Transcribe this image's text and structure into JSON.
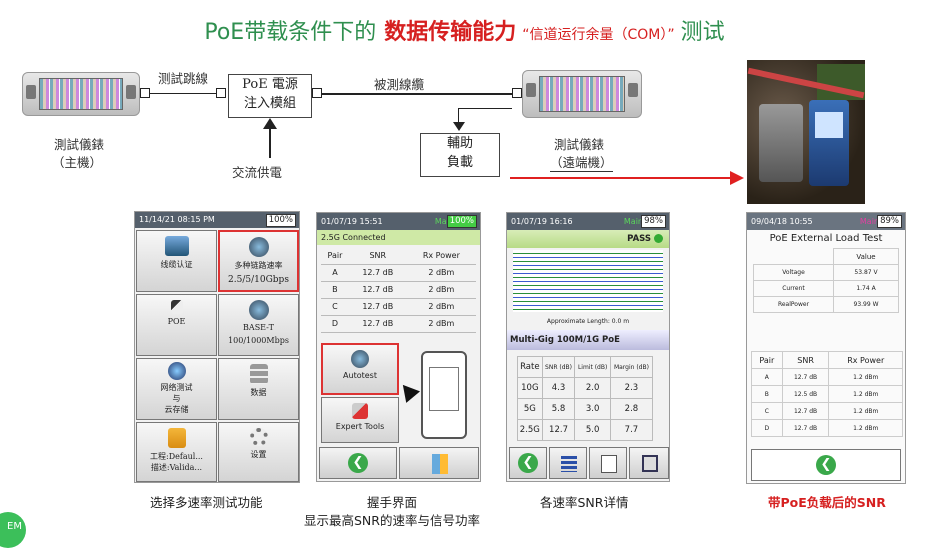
{
  "title": {
    "part1": "PoE带载条件下的",
    "part2": "数据传输能力",
    "part3": "“信道运行余量（COM）”",
    "part4": "测试"
  },
  "diagram": {
    "patch_label": "测試跳線",
    "injector_line1": "PoE 電源",
    "injector_line2": "注入模組",
    "cable_label": "被測線纜",
    "main_unit_line1": "測試儀錶",
    "main_unit_line2": "（主機）",
    "ac_label": "交流供電",
    "load_line1": "輔助",
    "load_line2": "負載",
    "remote_line1": "測試儀錶",
    "remote_line2": "（遠端機）"
  },
  "screen1": {
    "timestamp": "11/14/21 08:15 PM",
    "battery": "100%",
    "tiles": [
      {
        "label": "线缆认证"
      },
      {
        "label": "多种链路速率",
        "sub": "2.5/5/10Gbps"
      },
      {
        "label": "POE"
      },
      {
        "label": "BASE-T",
        "sub": "100/1000Mbps"
      },
      {
        "label": "网络测试",
        "sub": "与",
        "sub2": "云存储"
      },
      {
        "label": "数据"
      },
      {
        "label": "工程:Defaul...",
        "sub": "描述:Valida..."
      },
      {
        "label": "设置"
      }
    ],
    "caption": "选择多速率测试功能"
  },
  "screen2": {
    "timestamp": "01/07/19 15:51",
    "main": "Main",
    "battery": "100%",
    "status": "2.5G Connected",
    "headers": [
      "Pair",
      "SNR",
      "Rx Power"
    ],
    "rows": [
      [
        "A",
        "12.7 dB",
        "2 dBm"
      ],
      [
        "B",
        "12.7 dB",
        "2 dBm"
      ],
      [
        "C",
        "12.7 dB",
        "2 dBm"
      ],
      [
        "D",
        "12.7 dB",
        "2 dBm"
      ]
    ],
    "autotest": "Autotest",
    "expert": "Expert Tools",
    "caption1": "握手界面",
    "caption2": "显示最高SNR的速率与信号功率"
  },
  "screen3": {
    "timestamp": "01/07/19 16:16",
    "main": "Main",
    "battery": "98%",
    "pass": "PASS",
    "length": "Approximate Length: 0.0 m",
    "section": "Multi-Gig 100M/1G PoE",
    "headers": [
      "Rate",
      "SNR (dB)",
      "Limit (dB)",
      "Margin (dB)"
    ],
    "rows": [
      [
        "10G",
        "4.3",
        "2.0",
        "2.3"
      ],
      [
        "5G",
        "5.8",
        "3.0",
        "2.8"
      ],
      [
        "2.5G",
        "12.7",
        "5.0",
        "7.7"
      ]
    ],
    "caption": "各速率SNR详情"
  },
  "screen4": {
    "timestamp": "09/04/18 10:55",
    "main": "Main",
    "battery": "89%",
    "title": "PoE External Load Test",
    "value_header": "Value",
    "measures": [
      [
        "Voltage",
        "53.87 V"
      ],
      [
        "Current",
        "1.74 A"
      ],
      [
        "RealPower",
        "93.99 W"
      ]
    ],
    "headers": [
      "Pair",
      "SNR",
      "Rx Power"
    ],
    "rows": [
      [
        "A",
        "12.7 dB",
        "1.2 dBm"
      ],
      [
        "B",
        "12.5 dB",
        "1.2 dBm"
      ],
      [
        "C",
        "12.7 dB",
        "1.2 dBm"
      ],
      [
        "D",
        "12.7 dB",
        "1.2 dBm"
      ]
    ],
    "caption": "带PoE负载后的SNR"
  },
  "corner_logo": "EM",
  "colors": {
    "green_title": "#2f8f4f",
    "red": "#d62020",
    "arrow_red": "#e02020"
  }
}
